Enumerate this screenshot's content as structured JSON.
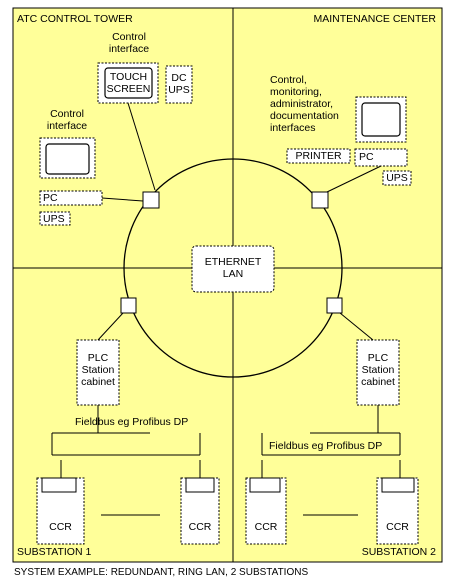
{
  "quadrants": {
    "top_left": "ATC CONTROL TOWER",
    "top_right": "MAINTENANCE CENTER",
    "bottom_left": "SUBSTATION 1",
    "bottom_right": "SUBSTATION 2"
  },
  "lan": {
    "line1": "ETHERNET",
    "line2": "LAN"
  },
  "tower": {
    "control_interface_top": [
      "Control",
      "interface"
    ],
    "touch_screen": [
      "TOUCH",
      "SCREEN"
    ],
    "dc_ups": [
      "DC",
      "UPS"
    ],
    "control_interface_left": [
      "Control",
      "interface"
    ],
    "pc": "PC",
    "ups": "UPS"
  },
  "maintenance": {
    "interfaces": [
      "Control,",
      "monitoring,",
      "administrator,",
      "documentation",
      "interfaces"
    ],
    "printer": "PRINTER",
    "pc": "PC",
    "ups": "UPS"
  },
  "substation": {
    "plc": [
      "PLC",
      "Station",
      "cabinet"
    ],
    "fieldbus": "Fieldbus eg Profibus DP",
    "ccr": "CCR"
  },
  "caption": "SYSTEM EXAMPLE: REDUNDANT, RING LAN, 2 SUBSTATIONS",
  "colors": {
    "background": "#ffff99",
    "stroke": "#000000",
    "box_fill": "#ffffff"
  }
}
